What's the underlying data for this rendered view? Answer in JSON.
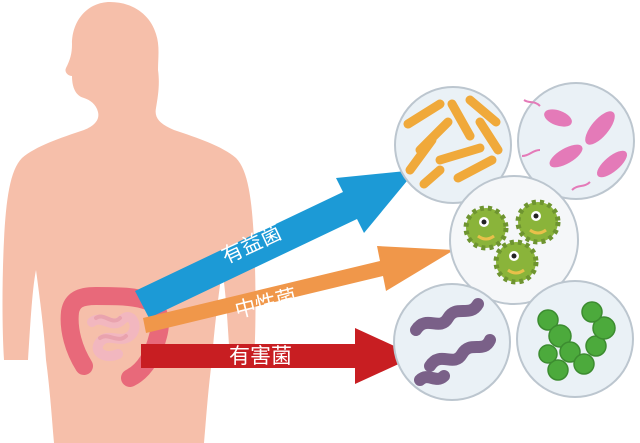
{
  "arrows": [
    {
      "label": "有益菌",
      "color": "#1c9ad6"
    },
    {
      "label": "中性菌",
      "color": "#f0974a"
    },
    {
      "label": "有害菌",
      "color": "#c81e22"
    }
  ],
  "colors": {
    "body": "#f6bfaa",
    "intestine": "#e8697a",
    "small_intestine": "#f2b7bf",
    "circle_bg": "#eaf1f6",
    "circle_border": "#bcc6cf"
  },
  "bacteria": [
    {
      "name": "rod-shaped",
      "color": "#f0a93a"
    },
    {
      "name": "flagellated",
      "color": "#e47ab8"
    },
    {
      "name": "spiky-with-eyes",
      "color": "#8ab43a"
    },
    {
      "name": "spiral",
      "color": "#7a6088"
    },
    {
      "name": "green-chain",
      "color": "#4caa3c"
    }
  ]
}
